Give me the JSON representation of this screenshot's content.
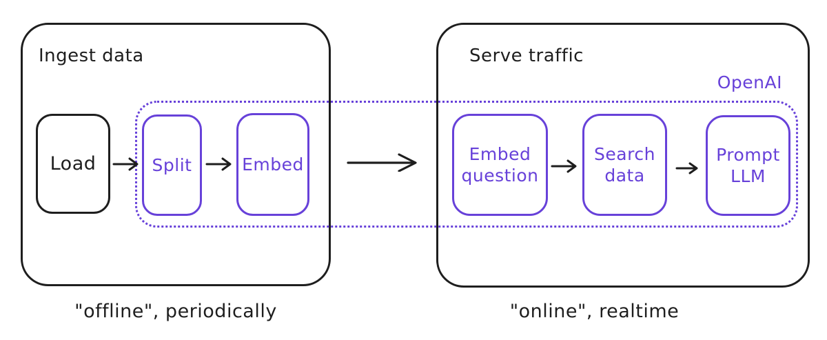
{
  "diagram": {
    "colors": {
      "ink": "#1e1e1e",
      "accent_purple": "#6741d9",
      "background": "#ffffff"
    },
    "ingest": {
      "title": "Ingest data",
      "caption": "\"offline\", periodically",
      "nodes": {
        "load": "Load",
        "split": "Split",
        "embed": "Embed"
      }
    },
    "serve": {
      "title": "Serve traffic",
      "caption": "\"online\", realtime",
      "nodes": {
        "embed_question": "Embed\nquestion",
        "search_data": "Search\ndata",
        "prompt_llm": "Prompt\nLLM"
      }
    },
    "openai_region": {
      "label": "OpenAI"
    }
  }
}
